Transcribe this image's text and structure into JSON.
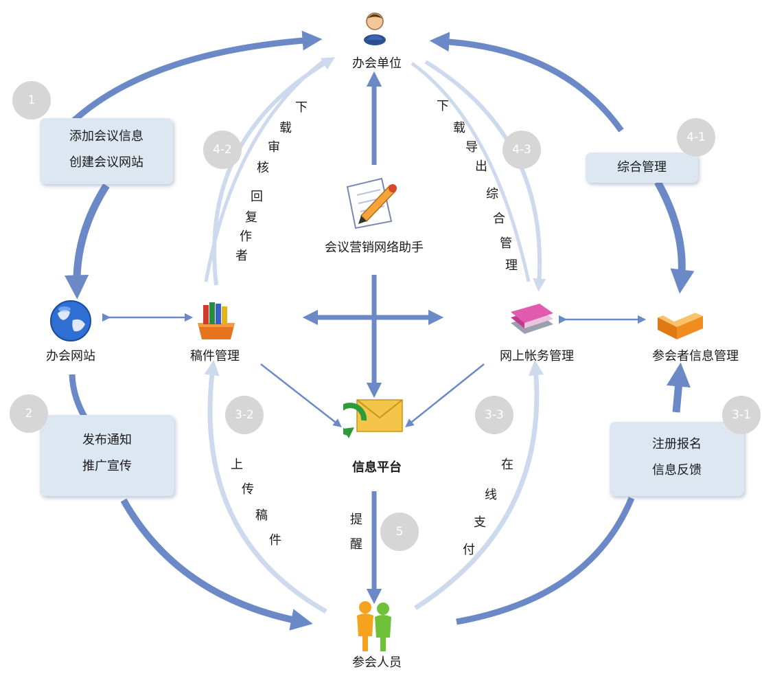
{
  "nodes": {
    "organizer": "办会单位",
    "assistant": "会议营销网络助手",
    "website": "办会网站",
    "manuscript": "稿件管理",
    "accounting": "网上帐务管理",
    "attendee_info": "参会者信息管理",
    "platform": "信息平台",
    "attendees": "参会人员"
  },
  "boxes": {
    "step1": [
      "添加会议信息",
      "创建会议网站"
    ],
    "step2": [
      "发布通知",
      "推广宣传"
    ],
    "step31": [
      "注册报名",
      "信息反馈"
    ],
    "step41": [
      "综合管理"
    ]
  },
  "badges": [
    "1",
    "2",
    "3-1",
    "3-2",
    "3-3",
    "4-1",
    "4-2",
    "4-3",
    "5"
  ],
  "vertical_labels": {
    "download_review": [
      "下",
      "载",
      "审",
      "核",
      "回",
      "复",
      "作",
      "者"
    ],
    "download_export": [
      "下",
      "载",
      "导",
      "出",
      "综",
      "合",
      "管",
      "理"
    ],
    "upload": [
      "上",
      "传",
      "稿",
      "件"
    ],
    "pay_online": [
      "在",
      "线",
      "支",
      "付"
    ],
    "remind": [
      "提",
      "醒"
    ]
  },
  "colors": {
    "dark_arrow": "#6b89c6",
    "light_arrow": "#cdd9ec",
    "box_bg": "#dde7f2",
    "badge_bg": "#d6d6d6"
  },
  "icons": [
    "person-icon",
    "pen-document-icon",
    "globe-icon",
    "books-icon",
    "magenta-book-icon",
    "folder-icon",
    "envelope-icon",
    "people-icon"
  ]
}
